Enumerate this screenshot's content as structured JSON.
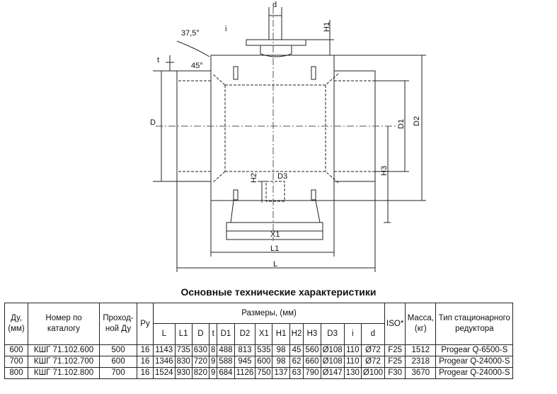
{
  "drawing": {
    "labels": {
      "d": "d",
      "H1": "H1",
      "i": "i",
      "angle_top": "37,5°",
      "angle_45": "45°",
      "t": "t",
      "D": "D",
      "D1": "D1",
      "D2": "D2",
      "D3": "D3",
      "H2": "H2",
      "H3": "H3",
      "X1": "X1",
      "L1": "L1",
      "L": "L"
    }
  },
  "table": {
    "title": "Основные технические характеристики",
    "headers": {
      "du": "Ду, (мм)",
      "catalog": "Номер по каталогу",
      "bore": "Проход-ной Ду",
      "pressure": "Ру",
      "dimensions": "Размеры, (мм)",
      "iso": "ISO*",
      "mass": "Масса, (кг)",
      "gear": "Тип стационарного редуктора"
    },
    "sub_headers": [
      "L",
      "L1",
      "D",
      "t",
      "D1",
      "D2",
      "X1",
      "H1",
      "H2",
      "H3",
      "D3",
      "i",
      "d"
    ],
    "rows": [
      [
        "600",
        "КШГ 71.102.600",
        "500",
        "16",
        "1143",
        "735",
        "630",
        "8",
        "488",
        "813",
        "535",
        "98",
        "45",
        "560",
        "Ø108",
        "110",
        "Ø72",
        "F25",
        "1512",
        "Progear Q-6500-S"
      ],
      [
        "700",
        "КШГ 71.102.700",
        "600",
        "16",
        "1346",
        "830",
        "720",
        "9",
        "588",
        "945",
        "600",
        "98",
        "62",
        "660",
        "Ø108",
        "110",
        "Ø72",
        "F25",
        "2318",
        "Progear Q-24000-S"
      ],
      [
        "800",
        "КШГ 71.102.800",
        "700",
        "16",
        "1524",
        "930",
        "820",
        "9",
        "684",
        "1126",
        "750",
        "137",
        "63",
        "790",
        "Ø147",
        "130",
        "Ø100",
        "F30",
        "3670",
        "Progear Q-24000-S"
      ]
    ]
  }
}
